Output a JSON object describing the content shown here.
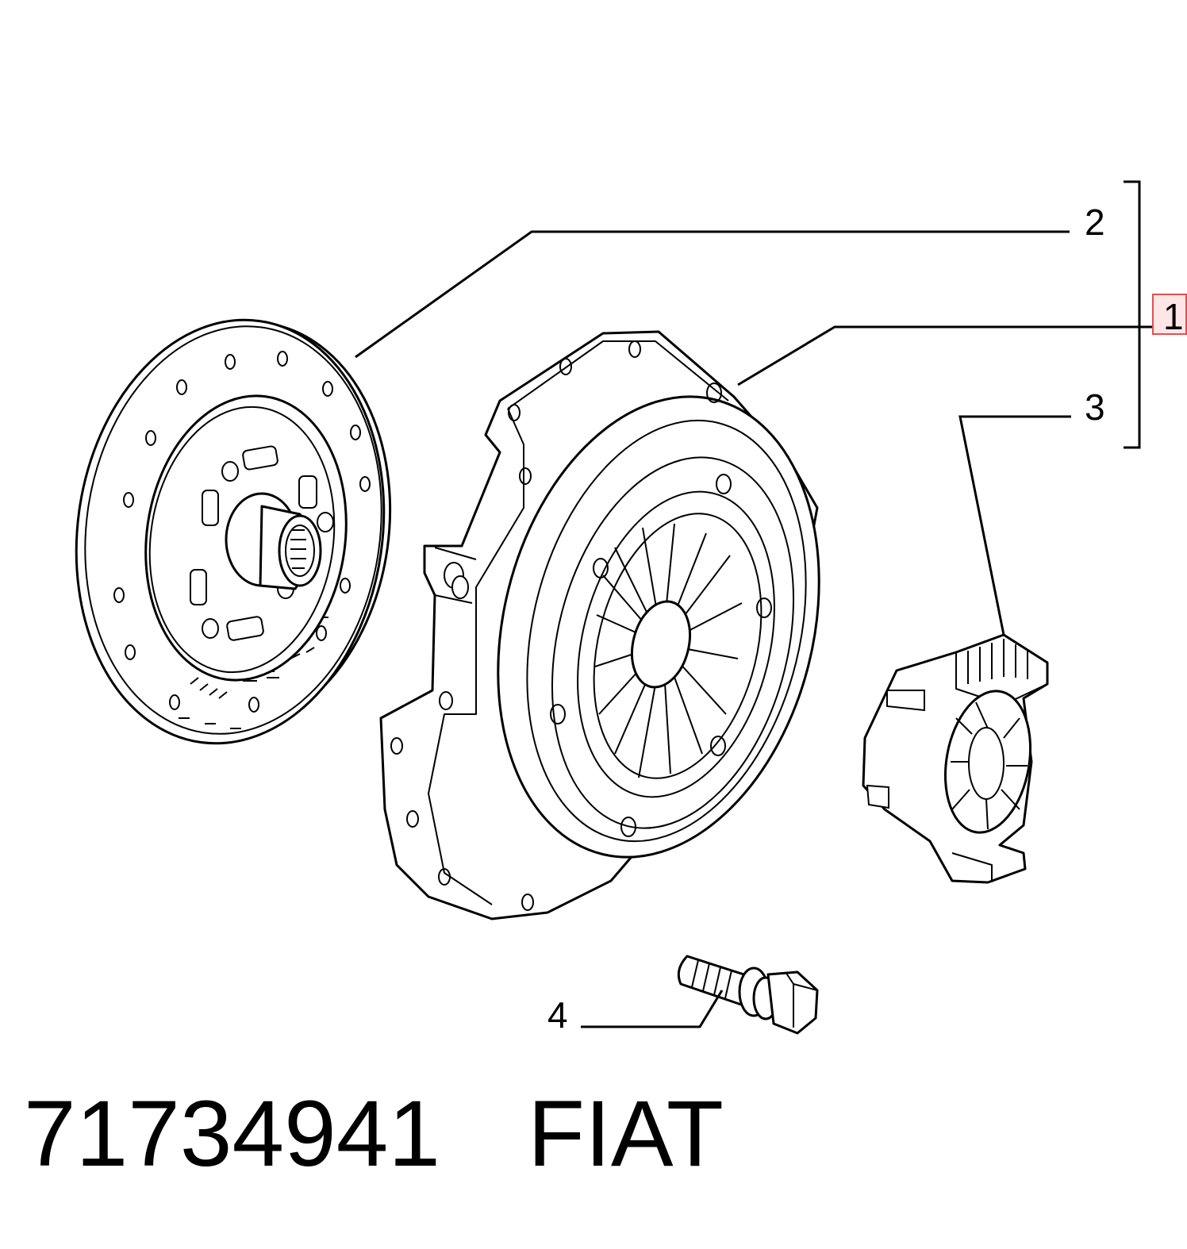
{
  "callouts": {
    "c1": "1",
    "c2": "2",
    "c3": "3",
    "c4": "4"
  },
  "caption": {
    "part_number": "71734941",
    "brand": "FIAT"
  },
  "colors": {
    "line": "#000000",
    "highlight_fill": "#ffe6e6",
    "highlight_border": "#e05050"
  }
}
